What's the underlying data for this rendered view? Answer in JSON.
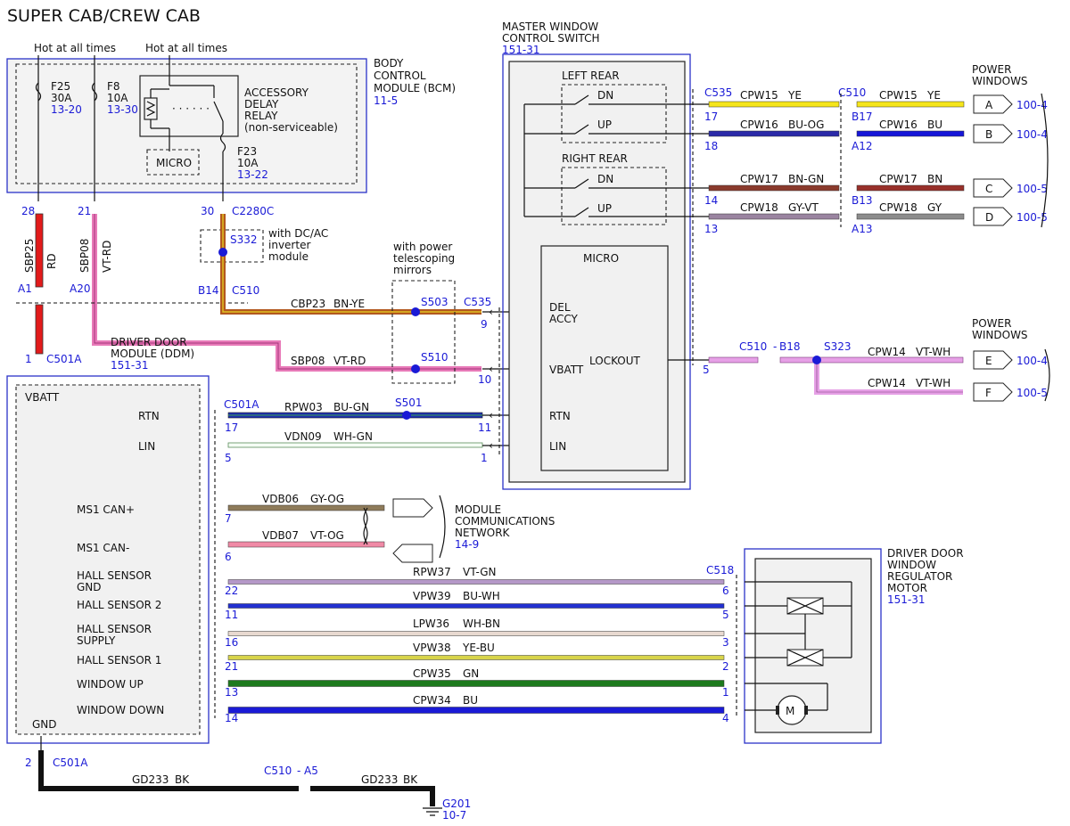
{
  "title": "SUPER CAB/CREW CAB",
  "power_labels": {
    "hot1": "Hot at all times",
    "hot2": "Hot at all times"
  },
  "bcm": {
    "name": [
      "BODY",
      "CONTROL",
      "MODULE (BCM)"
    ],
    "ref": "11-5",
    "fuses": [
      {
        "id": "F25",
        "rating": "30A",
        "ref": "13-20"
      },
      {
        "id": "F8",
        "rating": "10A",
        "ref": "13-30"
      },
      {
        "id": "F23",
        "rating": "10A",
        "ref": "13-22"
      }
    ],
    "relay": [
      "ACCESSORY",
      "DELAY",
      "RELAY",
      "(non-serviceable)"
    ],
    "micro": "MICRO"
  },
  "master_switch": {
    "name": [
      "MASTER WINDOW",
      "CONTROL SWITCH"
    ],
    "ref": "151-31",
    "left_rear": "LEFT REAR",
    "right_rear": "RIGHT REAR",
    "dn": "DN",
    "up": "UP",
    "micro": "MICRO",
    "del": "DEL",
    "accy": "ACCY",
    "vbatt": "VBATT",
    "lockout": "LOCKOUT",
    "rtn": "RTN",
    "lin": "LIN"
  },
  "power_windows": {
    "label": [
      "POWER",
      "WINDOWS"
    ],
    "rows": [
      {
        "pin": "17",
        "circuit": "CPW15",
        "color": "YE",
        "c2pin": "B17",
        "circuit2": "CPW15",
        "color2": "YE",
        "letter": "A",
        "ref": "100-4",
        "hex": "#f5e51b",
        "hex2": "#f5e51b"
      },
      {
        "pin": "18",
        "circuit": "CPW16",
        "color": "BU-OG",
        "c2pin": "A12",
        "circuit2": "CPW16",
        "color2": "BU",
        "letter": "B",
        "ref": "100-4",
        "hex": "#2b2aa8",
        "hex2": "#1616d8"
      },
      {
        "pin": "14",
        "circuit": "CPW17",
        "color": "BN-GN",
        "c2pin": "B13",
        "circuit2": "CPW17",
        "color2": "BN",
        "letter": "C",
        "ref": "100-5",
        "hex": "#8a3a2c",
        "hex2": "#98302a"
      },
      {
        "pin": "13",
        "circuit": "CPW18",
        "color": "GY-VT",
        "c2pin": "A13",
        "circuit2": "CPW18",
        "color2": "GY",
        "letter": "D",
        "ref": "100-5",
        "hex": "#9a84a0",
        "hex2": "#8c8c8c"
      }
    ],
    "c535": "C535",
    "c510": "C510"
  },
  "power_windows2": {
    "label": [
      "POWER",
      "WINDOWS"
    ],
    "pin": "5",
    "conn": "C510",
    "conn_pin": "B18",
    "splice": "S323",
    "rows": [
      {
        "circuit": "CPW14",
        "color": "VT-WH",
        "letter": "E",
        "ref": "100-4"
      },
      {
        "circuit": "CPW14",
        "color": "VT-WH",
        "letter": "F",
        "ref": "100-5"
      }
    ]
  },
  "bcm_outputs": [
    {
      "pin": "28",
      "circuit": "SBP25",
      "color": "RD"
    },
    {
      "pin": "21",
      "circuit": "SBP08",
      "color": "VT-RD"
    },
    {
      "pin": "30",
      "conn": "C2280C",
      "splice": "S332",
      "note": [
        "with DC/AC",
        "inverter",
        "module"
      ]
    }
  ],
  "c510_pins": {
    "a1": "A1",
    "a20": "A20",
    "b14": "B14",
    "conn": "C510"
  },
  "c501a_top": {
    "pin": "1",
    "conn": "C501A"
  },
  "mirrors": {
    "note": [
      "with power",
      "telescoping",
      "mirrors"
    ]
  },
  "switch_wires": [
    {
      "circuit": "CBP23",
      "color": "BN-YE",
      "splice": "S503",
      "conn": "C535",
      "pin": "9"
    },
    {
      "circuit": "SBP08",
      "color": "VT-RD",
      "splice": "S510",
      "pin": "10"
    },
    {
      "circuit": "RPW03",
      "color": "BU-GN",
      "splice": "S501",
      "conn": "C501A",
      "lpin": "17",
      "rpin": "11"
    },
    {
      "circuit": "VDN09",
      "color": "WH-GN",
      "lpin": "5",
      "rpin": "1"
    }
  ],
  "ddm": {
    "name": [
      "DRIVER DOOR",
      "MODULE (DDM)"
    ],
    "ref": "151-31",
    "vbatt": "VBATT",
    "rtn": "RTN",
    "lin": "LIN",
    "gnd": "GND",
    "ms1_can_plus": "MS1 CAN+",
    "ms1_can_minus": "MS1 CAN-",
    "hall_gnd": [
      "HALL SENSOR",
      "GND"
    ],
    "hall2": "HALL SENSOR 2",
    "hall_supply": [
      "HALL SENSOR",
      "SUPPLY"
    ],
    "hall1": "HALL SENSOR 1",
    "win_up": "WINDOW UP",
    "win_down": "WINDOW DOWN"
  },
  "can": {
    "plus": {
      "pin": "7",
      "circuit": "VDB06",
      "color": "GY-OG"
    },
    "minus": {
      "pin": "6",
      "circuit": "VDB07",
      "color": "VT-OG"
    },
    "network": [
      "MODULE",
      "COMMUNICATIONS",
      "NETWORK"
    ],
    "ref": "14-9"
  },
  "motor": {
    "name": [
      "DRIVER DOOR",
      "WINDOW",
      "REGULATOR",
      "MOTOR"
    ],
    "ref": "151-31",
    "conn": "C518",
    "m": "M",
    "wires": [
      {
        "lpin": "22",
        "circuit": "RPW37",
        "color": "VT-GN",
        "rpin": "6",
        "hex": "#b598c8"
      },
      {
        "lpin": "11",
        "circuit": "VPW39",
        "color": "BU-WH",
        "rpin": "5",
        "hex": "#2230d0"
      },
      {
        "lpin": "16",
        "circuit": "LPW36",
        "color": "WH-BN",
        "rpin": "3",
        "hex": "#e8d9d0"
      },
      {
        "lpin": "21",
        "circuit": "VPW38",
        "color": "YE-BU",
        "rpin": "2",
        "hex": "#d8d44a"
      },
      {
        "lpin": "13",
        "circuit": "CPW35",
        "color": "GN",
        "rpin": "1",
        "hex": "#1d7a1d"
      },
      {
        "lpin": "14",
        "circuit": "CPW34",
        "color": "BU",
        "rpin": "4",
        "hex": "#1a1ad6"
      }
    ]
  },
  "ground": {
    "pin": "2",
    "conn": "C501A",
    "circuit": "GD233",
    "color": "BK",
    "conn2": "C510",
    "conn2_pin": "A5",
    "circuit2": "GD233",
    "color2": "BK",
    "gnd": "G201",
    "ref": "10-7"
  },
  "colors": {
    "accent_blue": "#1a1ad6",
    "box_blue": "#2b33c8",
    "module_fill": "#eeeeee",
    "red": "#e21b1b",
    "violet_red": "#e87ab8",
    "brown_yellow": "#b3581e",
    "blue_green": "#1e2fb0"
  }
}
